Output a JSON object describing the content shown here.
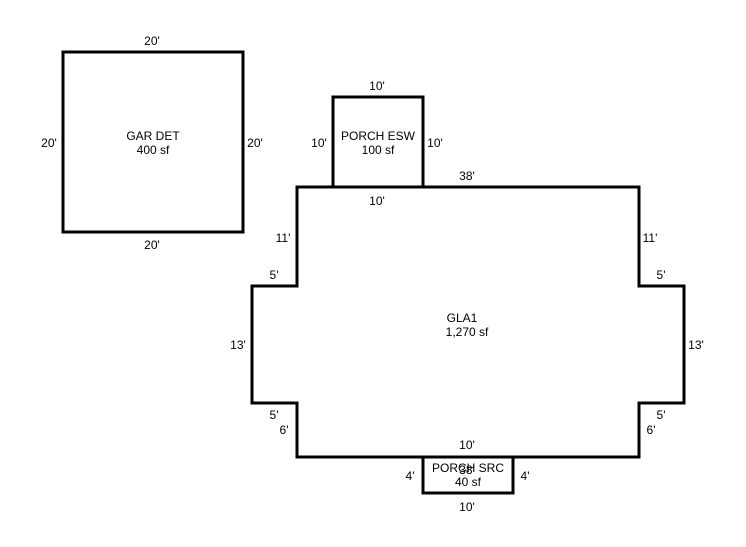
{
  "colors": {
    "background": "#ffffff",
    "stroke": "#000000",
    "text": "#000000"
  },
  "areas": {
    "gar_det": {
      "name": "GAR DET",
      "area": "400 sf"
    },
    "porch_esw": {
      "name": "PORCH ESW",
      "area": "100 sf"
    },
    "gla1": {
      "name": "GLA1",
      "area": "1,270 sf"
    },
    "porch_src": {
      "name": "PORCH SRC",
      "area": "40 sf"
    }
  },
  "dimensions": {
    "gar_top": "20'",
    "gar_left": "20'",
    "gar_right": "20'",
    "gar_bottom": "20'",
    "esw_top": "10'",
    "esw_left": "10'",
    "esw_right": "10'",
    "esw_bottom": "10'",
    "gla_top": "38'",
    "gla_left_upper": "11'",
    "gla_right_upper": "11'",
    "gla_left_step_top": "5'",
    "gla_right_step_top": "5'",
    "gla_left_mid": "13'",
    "gla_right_mid": "13'",
    "gla_left_step_bottom": "5'",
    "gla_right_step_bottom": "5'",
    "gla_left_lower": "6'",
    "gla_right_lower": "6'",
    "gla_bottom": "38'",
    "src_top": "10'",
    "src_left": "4'",
    "src_right": "4'",
    "src_bottom": "10'"
  }
}
